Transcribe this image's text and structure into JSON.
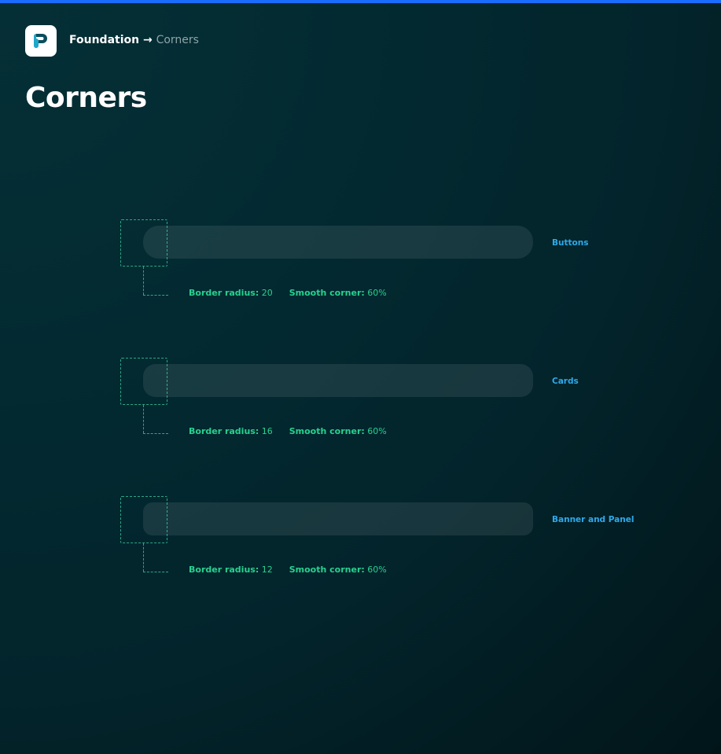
{
  "header": {
    "parent": "Foundation",
    "arrow": "→",
    "current": "Corners"
  },
  "title": "Corners",
  "colors": {
    "accent_bar": "#1a6cff",
    "label_blue": "#2ea9ea",
    "spec_green": "#27d18f",
    "guide_green": "#2aa785"
  },
  "specimens": [
    {
      "usage": "Buttons",
      "radius_label": "Border radius:",
      "radius": "20",
      "smooth_label": "Smooth corner:",
      "smooth": "60%"
    },
    {
      "usage": "Cards",
      "radius_label": "Border radius:",
      "radius": "16",
      "smooth_label": "Smooth corner:",
      "smooth": "60%"
    },
    {
      "usage": "Banner and Panel",
      "radius_label": "Border radius:",
      "radius": "12",
      "smooth_label": "Smooth corner:",
      "smooth": "60%"
    }
  ]
}
